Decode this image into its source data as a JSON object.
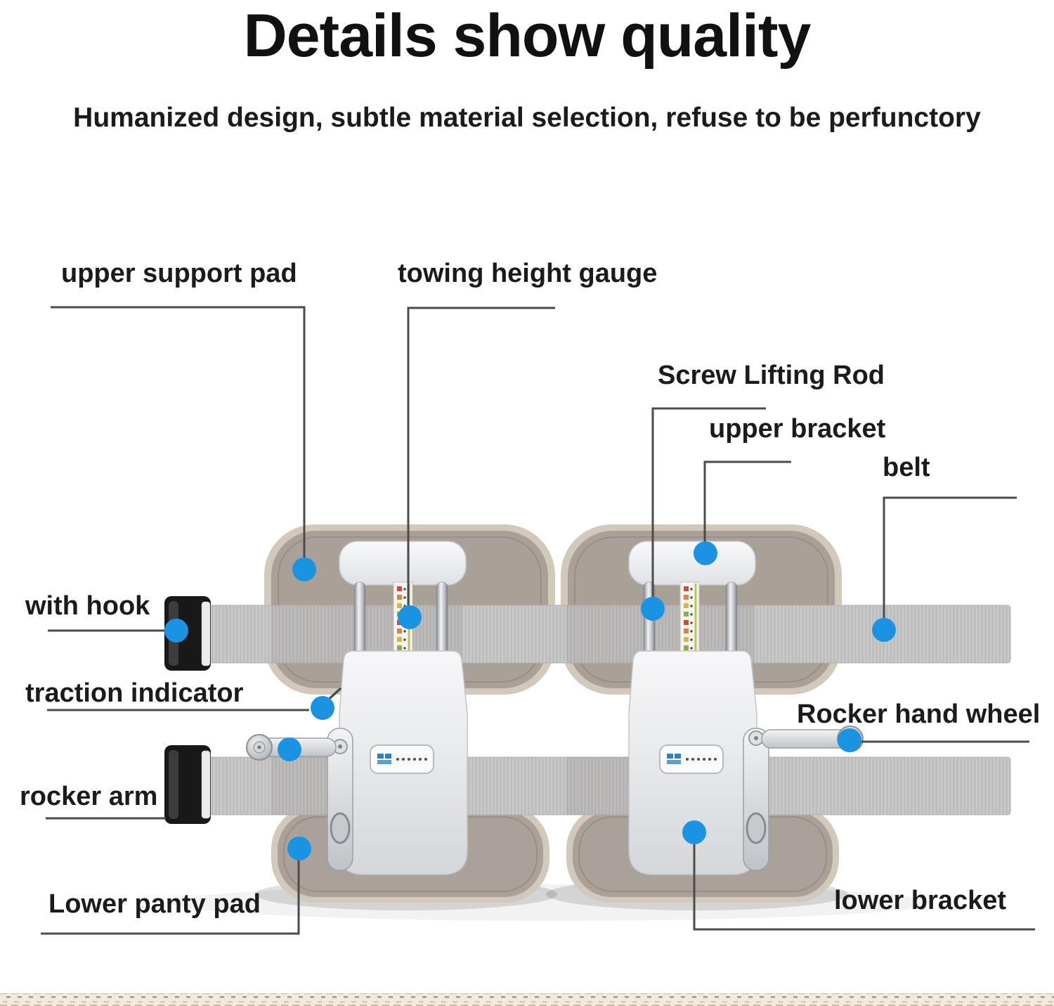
{
  "header": {
    "title": "Details show quality",
    "subtitle": "Humanized design, subtle material selection, refuse to be perfunctory"
  },
  "callouts": {
    "upper_support_pad": "upper support pad",
    "towing_height_gauge": "towing height gauge",
    "screw_lifting_rod": "Screw Lifting Rod",
    "upper_bracket": "upper bracket",
    "belt": "belt",
    "with_hook": "with hook",
    "traction_indicator": "traction indicator",
    "rocker_arm": "rocker arm",
    "lower_panty_pad": "Lower panty pad",
    "rocker_hand_wheel": "Rocker hand wheel",
    "lower_bracket": "lower bracket"
  },
  "colors": {
    "callout_dot": "#1b93e3",
    "leader_line": "#4b4b4b",
    "text": "#1b1b1b",
    "pad_rim": "#d2c8bc",
    "pad_fill": "#a9a098",
    "belt": "#c8c8c8",
    "hook": "#181818",
    "device_body": "#ececee"
  }
}
